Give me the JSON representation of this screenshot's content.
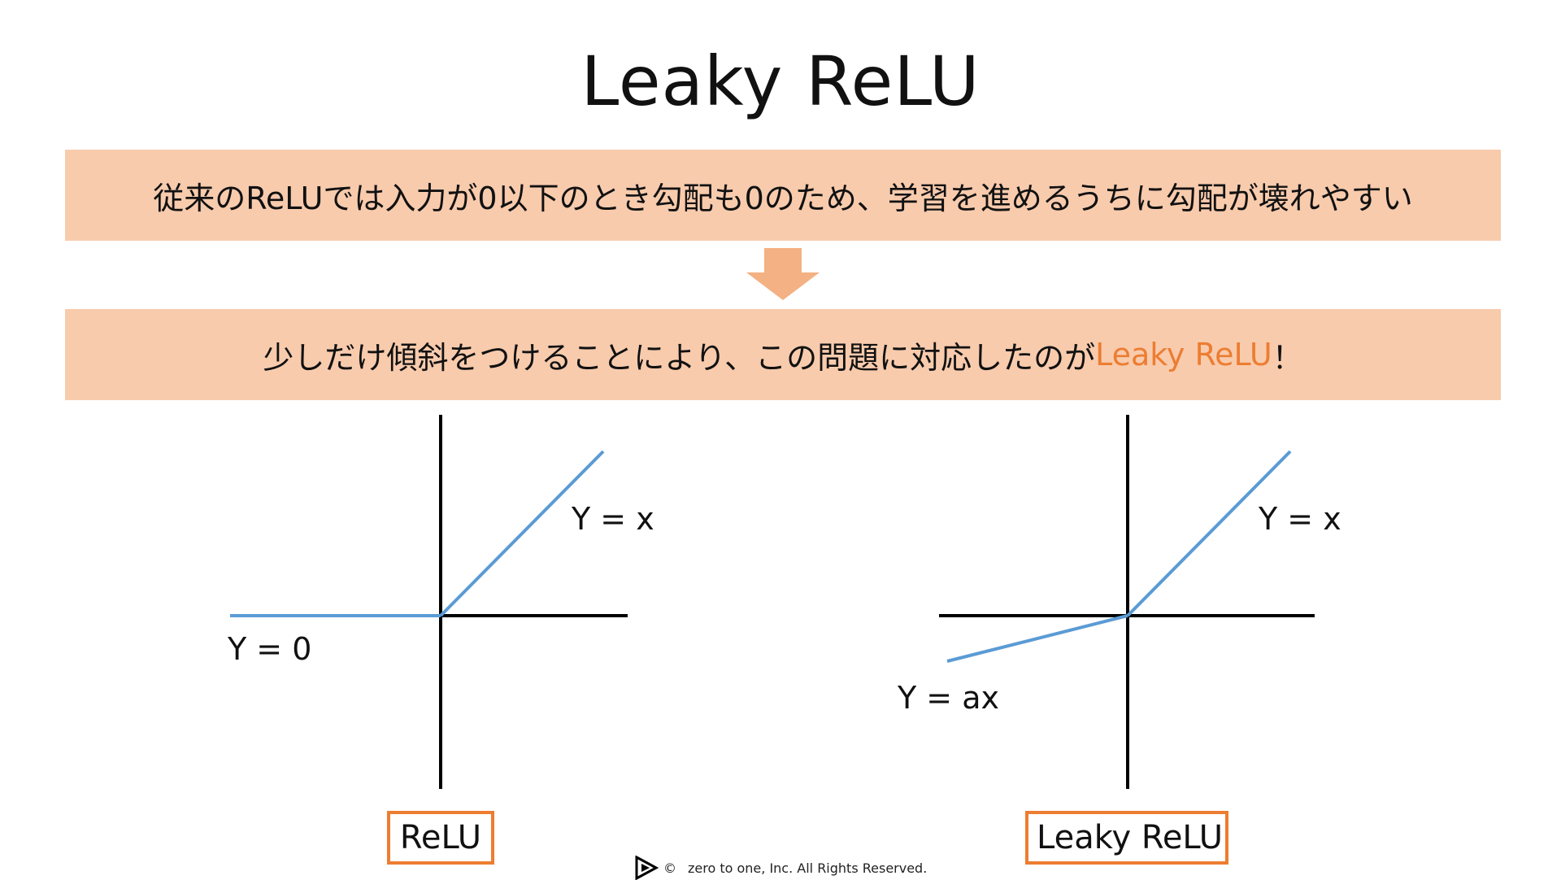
{
  "title": "Leaky ReLU",
  "problem_text": "従来のReLUでは入力が0以下のとき勾配も0のため、学習を進めるうちに勾配が壊れやすい",
  "solution_text_before": "少しだけ傾斜をつけることにより、この問題に対応したのが",
  "solution_text_accent": "Leaky ReLU",
  "solution_text_after": "！",
  "relu": {
    "positive_equation": "Y = x",
    "negative_equation": "Y = 0",
    "name": "ReLU"
  },
  "leaky_relu": {
    "positive_equation": "Y = x",
    "negative_equation": "Y = ax",
    "name": "Leaky ReLU"
  },
  "footer": {
    "copyright_symbol": "©",
    "text": "zero to one, Inc. All Rights Reserved."
  },
  "colors": {
    "band": "#f8cbad",
    "accent": "#ed7d31",
    "line": "#5b9bd5",
    "arrow": "#f4b183"
  }
}
